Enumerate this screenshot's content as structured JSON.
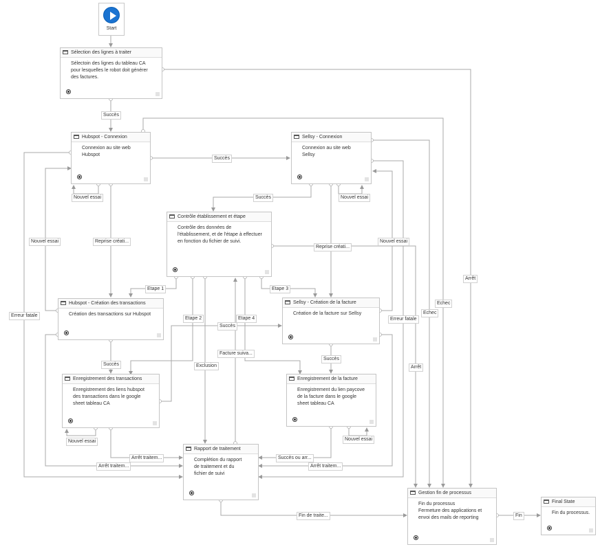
{
  "start": {
    "label": "Start"
  },
  "states": {
    "selection": {
      "title": "Sélection des lignes à traiter",
      "desc": "Sélectoin des lignes du tableau CA\npour lesquelles le robot doit générer\ndes factures."
    },
    "hubspot_conn": {
      "title": "Hubspot - Connexion",
      "desc": "Connexion au site web\nHubspot"
    },
    "sellsy_conn": {
      "title": "Sellsy - Connexion",
      "desc": "Connexion au site web\nSellsy"
    },
    "controle": {
      "title": "Contrôle établissement et étape",
      "desc": "Contrôle des données de\nl'établissement, et de l'étape à effectuer\nen fonction du fichier de suivi."
    },
    "hubspot_trans": {
      "title": "Hubspot - Création des transactions",
      "desc": "Création des transactions sur Hubspot"
    },
    "sellsy_fact": {
      "title": "Sellsy - Création de la facture",
      "desc": "Création de la facture sur Sellsy"
    },
    "enreg_trans": {
      "title": "Enregistrement des transactions",
      "desc": "Enregistrement des liens hubspot\ndes transactions dans le google\nsheet tableau CA"
    },
    "enreg_fact": {
      "title": "Enregistrement de la facture",
      "desc": "Enregistrement du lien paycove\nde la facture dans le google\nsheet tableau CA"
    },
    "rapport": {
      "title": "Rapport de traitement",
      "desc": "Complétion du rapport\nde traitement et du\nfichier de suivi"
    },
    "gestion": {
      "title": "Gestion fin de processus",
      "desc": "Fin du processus\nFermeture des applications et\nenvoi des mails de reporting"
    },
    "final": {
      "title": "Final State",
      "desc": "Fin du processus."
    }
  },
  "transitions": {
    "t_succes1": "Succès",
    "t_succes2": "Succès",
    "t_succes3": "Succès",
    "t_succes4": "Succès",
    "t_succes5": "Succès",
    "t_succes6": "Succès",
    "t_nouvel1": "Nouvel essai",
    "t_nouvel2": "Nouvel essai",
    "t_nouvel3": "Nouvel essai",
    "t_nouvel4": "Nouvel essai",
    "t_nouvel5": "Nouvel essai",
    "t_nouvel6": "Nouvel essai",
    "t_reprise1": "Reprise créati...",
    "t_reprise2": "Reprise créati...",
    "t_etape1": "Etape 1",
    "t_etape2": "Etape 2",
    "t_etape3": "Etape 3",
    "t_etape4": "Etape 4",
    "t_exclusion": "Exclusion",
    "t_facture_suiv": "Facture suiva...",
    "t_erreur1": "Erreur fatale",
    "t_erreur2": "Erreur fatale",
    "t_arret1": "Arrêt",
    "t_arret2": "Arrêt",
    "t_echec1": "Echec",
    "t_echec2": "Echec",
    "t_arret_trait1": "Arrêt traitem...",
    "t_arret_trait2": "Arrêt traitem...",
    "t_arret_trait3": "Arrêt traitem...",
    "t_succes_ou": "Succès ou arr...",
    "t_fin_trait": "Fin de traite...",
    "t_fin": "Fin"
  }
}
